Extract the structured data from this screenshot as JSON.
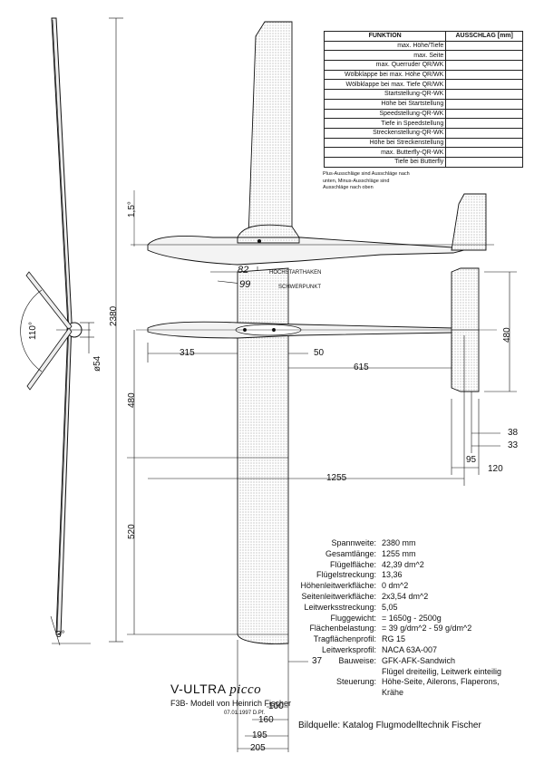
{
  "table": {
    "header_function": "FUNKTION",
    "header_value": "AUSSCHLAG [mm]",
    "rows": [
      "max. Höhe/Tiefe",
      "max. Seite",
      "max. Querruder QR/WK",
      "Wölbklappe bei max. Höhe QR/WK",
      "Wölbklappe bei max. Tiefe QR/WK",
      "Startstellung-QR-WK",
      "Höhe bei Startstellung",
      "Speedstellung-QR-WK",
      "Tiefe in Speedstellung",
      "Streckenstellung-QR-WK",
      "Höhe bei Streckenstellung",
      "max. Butterfly-QR-WK",
      "Tiefe bei Butterfly"
    ],
    "note_lines": [
      "Plus-Ausschläge sind Ausschläge nach",
      "unten, Minus-Ausschläge sind",
      "Ausschläge nach oben"
    ]
  },
  "dimensions": {
    "d_2380": "2380",
    "d_110": "110°",
    "d_54": "ø54",
    "d_480_wing": "480",
    "d_520": "520",
    "d_3": "3°",
    "d_1_5": "1,5°",
    "d_315": "315",
    "d_50": "50",
    "d_615": "615",
    "d_480_tail": "480",
    "d_38": "38",
    "d_33": "33",
    "d_95": "95",
    "d_120": "120",
    "d_1255": "1255",
    "d_37": "37",
    "d_100": "100",
    "d_160": "160",
    "d_195": "195",
    "d_205": "205",
    "d_82": "82",
    "d_99": "99"
  },
  "labels": {
    "hochstarthaken": "HOCHSTARTHAKEN",
    "schwerpunkt": "SCHWERPUNKT"
  },
  "specs": [
    {
      "label": "Spannweite:",
      "value": "2380 mm"
    },
    {
      "label": "Gesamtlänge:",
      "value": "1255 mm"
    },
    {
      "label": "Flügelfläche:",
      "value": "42,39 dm^2"
    },
    {
      "label": "Flügelstreckung:",
      "value": "13,36"
    },
    {
      "label": "Höhenleitwerkfläche:",
      "value": "0 dm^2"
    },
    {
      "label": "Seitenleitwerkfläche:",
      "value": "2x3,54 dm^2"
    },
    {
      "label": "Leitwerksstreckung:",
      "value": "5,05"
    },
    {
      "label": "Fluggewicht:",
      "value": "= 1650g - 2500g"
    },
    {
      "label": "Flächenbelastung:",
      "value": "= 39 g/dm^2 - 59 g/dm^2"
    },
    {
      "label": "Tragflächenprofil:",
      "value": "RG 15"
    },
    {
      "label": "Leitwerksprofil:",
      "value": "NACA 63A-007"
    },
    {
      "label": "Bauweise:",
      "value": "GFK-AFK-Sandwich"
    }
  ],
  "specs_extra": {
    "bauweise_cont": "Flügel dreiteilig, Leitwerk einteilig",
    "steuerung_label": "Steuerung:",
    "steuerung_value": "Höhe-Seite, Ailerons, Flaperons,",
    "steuerung_cont": "Krähe"
  },
  "title": {
    "main": "V-ULTRA",
    "main_italic": "picco",
    "sub": "F3B- Modell von Heinrich Fischer",
    "date": "07.01.1997  D.Pf."
  },
  "source": "Bildquelle: Katalog Flugmodelltechnik Fischer"
}
